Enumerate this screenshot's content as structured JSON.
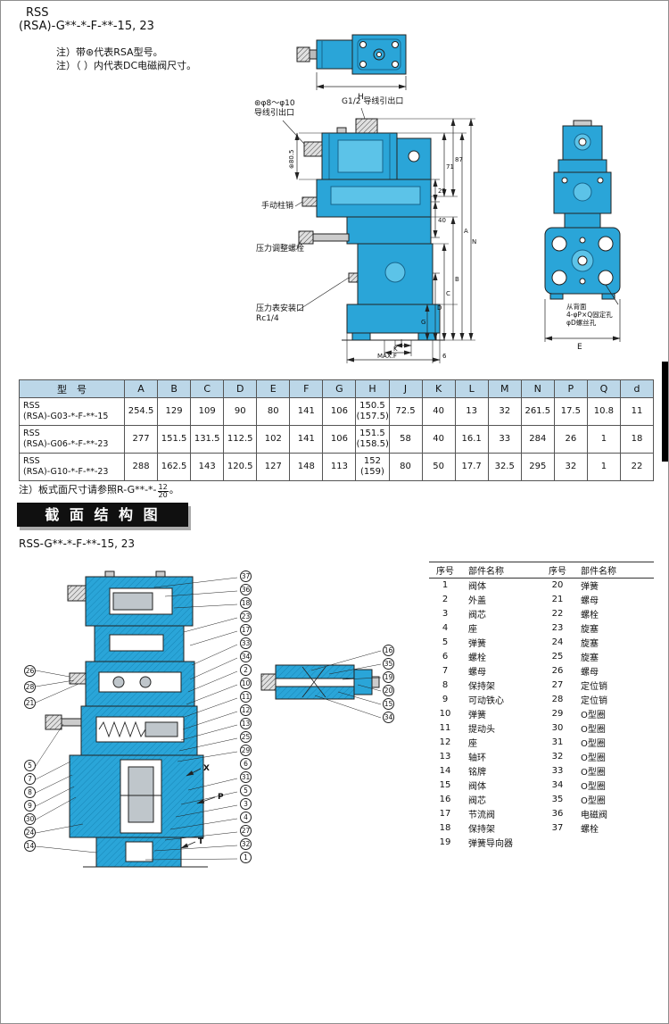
{
  "header": {
    "title": "RSS",
    "subtitle": "(RSA)-G**-*-F-**-15, 23",
    "notes": [
      "注）带⊛代表RSA型号。",
      "注）（ ）内代表DC电磁阀尺寸。"
    ]
  },
  "drawings": {
    "top_view": {
      "dim_H": "H"
    },
    "front_view": {
      "label_wire_rsa_1": "⊛φ8～φ10",
      "label_wire_rsa_2": "导线引出口",
      "label_wire_g12": "G1/2 导线引出口",
      "dim_80_5": "⊛80.5",
      "label_manual_pin": "手动柱销",
      "label_pressure_bolt": "压力调整螺栓",
      "label_gauge_port_1": "压力表安装口",
      "label_gauge_port_2": "Rc1/4",
      "dim_87": "87",
      "dim_71": "71",
      "dim_25": "25",
      "dim_40": "40",
      "dim_A": "A",
      "dim_N": "N",
      "dim_B": "B",
      "dim_C": "C",
      "dim_D": "D",
      "dim_G": "G",
      "dim_J": "J",
      "dim_K": "K",
      "dim_MAXF": "MAX.F",
      "dim_6": "6"
    },
    "side_view": {
      "label_back_1": "从背面",
      "label_back_2": "4-φP×Q固定孔",
      "label_back_3": "φD螺丝孔",
      "dim_E": "E"
    }
  },
  "dim_table": {
    "model_header": "型　号",
    "col_headers": [
      "A",
      "B",
      "C",
      "D",
      "E",
      "F",
      "G",
      "H",
      "J",
      "K",
      "L",
      "M",
      "N",
      "P",
      "Q",
      "d"
    ],
    "rows": [
      {
        "model1": "RSS",
        "model2": "(RSA)-G03-*-F-**-15",
        "values": [
          "254.5",
          "129",
          "109",
          "90",
          "80",
          "141",
          "106",
          "150.5|(157.5)",
          "72.5",
          "40",
          "13",
          "32",
          "261.5",
          "17.5",
          "10.8",
          "11"
        ]
      },
      {
        "model1": "RSS",
        "model2": "(RSA)-G06-*-F-**-23",
        "values": [
          "277",
          "151.5",
          "131.5",
          "112.5",
          "102",
          "141",
          "106",
          "151.5|(158.5)",
          "58",
          "40",
          "16.1",
          "33",
          "284",
          "26",
          "1",
          "18"
        ]
      },
      {
        "model1": "RSS",
        "model2": "(RSA)-G10-*-F-**-23",
        "values": [
          "288",
          "162.5",
          "143",
          "120.5",
          "127",
          "148",
          "113",
          "152|(159)",
          "80",
          "50",
          "17.7",
          "32.5",
          "295",
          "32",
          "1",
          "22"
        ]
      }
    ],
    "note_prefix": "注）板式面尺寸请参照R-G**-*-",
    "note_frac_top": "12",
    "note_frac_bottom": "20",
    "note_suffix": "。"
  },
  "section": {
    "title": "截 面 结 构 图",
    "subtitle": "RSS-G**-*-F-**-15, 23"
  },
  "cross_section": {
    "port_x": "X",
    "port_p": "P",
    "port_t": "T",
    "callouts_left": [
      "26",
      "28",
      "21",
      "5",
      "7",
      "8",
      "9",
      "30",
      "24",
      "14"
    ],
    "callouts_right": [
      "37",
      "36",
      "18",
      "23",
      "17",
      "33",
      "34",
      "2",
      "10",
      "11",
      "12",
      "13",
      "25",
      "29",
      "6",
      "31",
      "5",
      "3",
      "4",
      "27",
      "32",
      "1"
    ],
    "callouts_small": [
      "16",
      "35",
      "19",
      "20",
      "15",
      "34"
    ]
  },
  "parts_table": {
    "headers": [
      "序号",
      "部件名称",
      "序号",
      "部件名称"
    ],
    "rows": [
      [
        "1",
        "阀体",
        "20",
        "弹簧"
      ],
      [
        "2",
        "外盖",
        "21",
        "螺母"
      ],
      [
        "3",
        "阀芯",
        "22",
        "螺栓"
      ],
      [
        "4",
        "座",
        "23",
        "旋塞"
      ],
      [
        "5",
        "弹簧",
        "24",
        "旋塞"
      ],
      [
        "6",
        "螺栓",
        "25",
        "旋塞"
      ],
      [
        "7",
        "螺母",
        "26",
        "螺母"
      ],
      [
        "8",
        "保持架",
        "27",
        "定位销"
      ],
      [
        "9",
        "可动铁心",
        "28",
        "定位销"
      ],
      [
        "10",
        "弹簧",
        "29",
        "O型圈"
      ],
      [
        "11",
        "提动头",
        "30",
        "O型圈"
      ],
      [
        "12",
        "座",
        "31",
        "O型圈"
      ],
      [
        "13",
        "轴环",
        "32",
        "O型圈"
      ],
      [
        "14",
        "铭牌",
        "33",
        "O型圈"
      ],
      [
        "15",
        "阀体",
        "34",
        "O型圈"
      ],
      [
        "16",
        "阀芯",
        "35",
        "O型圈"
      ],
      [
        "17",
        "节流阀",
        "36",
        "电磁阀"
      ],
      [
        "18",
        "保持架",
        "37",
        "螺栓"
      ],
      [
        "19",
        "弹簧导向器",
        "",
        ""
      ]
    ]
  },
  "colors": {
    "valve_blue": "#2aa5d8",
    "valve_blue_light": "#5cc3e8",
    "table_header_bg": "#bcd7e8"
  }
}
